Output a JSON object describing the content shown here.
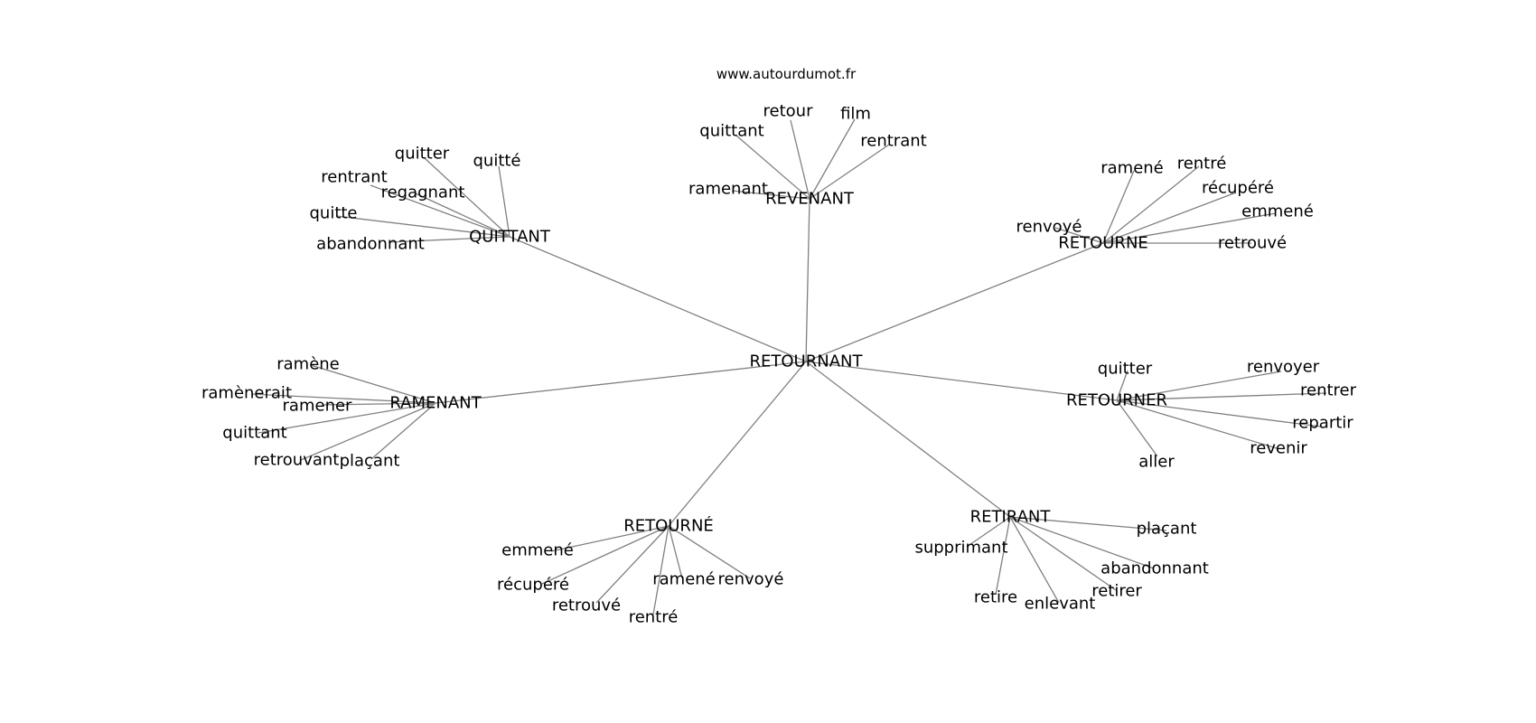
{
  "source_label": "www.autourdumot.fr",
  "diagram": {
    "type": "word-association-graph",
    "center": "RETOURNANT",
    "groups": [
      {
        "label": "QUITTANT",
        "words": [
          "quitter",
          "quitté",
          "rentrant",
          "regagnant",
          "quitte",
          "abandonnant"
        ]
      },
      {
        "label": "REVENANT",
        "words": [
          "retour",
          "film",
          "quittant",
          "rentrant",
          "ramenant"
        ]
      },
      {
        "label": "RETOURNE",
        "words": [
          "ramené",
          "rentré",
          "récupéré",
          "emmené",
          "renvoyé",
          "retrouvé"
        ]
      },
      {
        "label": "RAMENANT",
        "words": [
          "ramène",
          "ramènerait",
          "ramener",
          "quittant",
          "retrouvant",
          "plaçant"
        ]
      },
      {
        "label": "RETOURNER",
        "words": [
          "quitter",
          "renvoyer",
          "rentrer",
          "repartir",
          "revenir",
          "aller"
        ]
      },
      {
        "label": "RETOURNÉ",
        "words": [
          "emmené",
          "récupéré",
          "retrouvé",
          "rentré",
          "ramené",
          "renvoyé"
        ]
      },
      {
        "label": "RETIRANT",
        "words": [
          "plaçant",
          "supprimant",
          "abandonnant",
          "retirer",
          "retire",
          "enlevant"
        ]
      }
    ]
  }
}
